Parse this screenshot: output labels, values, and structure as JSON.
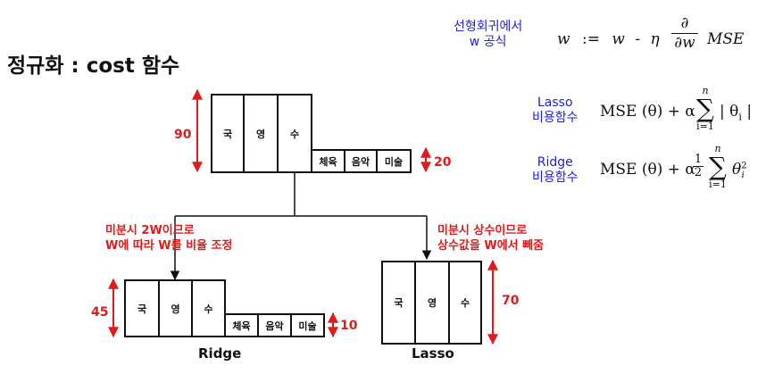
{
  "title": "정규화 : cost 함수",
  "gd": {
    "label_line1": "선형회귀에서",
    "label_line2": "w 공식",
    "formula": {
      "w": "w",
      "assign": ":=",
      "w2": "w",
      "minus": "-",
      "eta": "η",
      "partial": "∂",
      "dw": "∂w",
      "mse": "MSE"
    }
  },
  "lasso_cost": {
    "label_line1": "Lasso",
    "label_line2": "비용함수",
    "mse": "MSE (θ) + α",
    "sum": "∑",
    "n": "n",
    "lower": "i=1",
    "term": "| θ",
    "sub": "i",
    "close": "|"
  },
  "ridge_cost": {
    "label_line1": "Ridge",
    "label_line2": "비용함수",
    "mse": "MSE (θ) + α",
    "frac_num": "1",
    "frac_den": "2",
    "sum": "∑",
    "n": "n",
    "lower": "i=1",
    "term": "θ",
    "sub": "i",
    "sup": "2"
  },
  "top_block": {
    "main_cells": [
      "국",
      "영",
      "수"
    ],
    "minor_cells": [
      "체육",
      "음악",
      "미술"
    ],
    "height_label": "90",
    "minor_height_label": "20"
  },
  "ridge_block": {
    "main_cells": [
      "국",
      "영",
      "수"
    ],
    "minor_cells": [
      "체육",
      "음악",
      "미술"
    ],
    "height_label": "45",
    "minor_height_label": "10",
    "caption": "Ridge"
  },
  "lasso_block": {
    "main_cells": [
      "국",
      "영",
      "수"
    ],
    "height_label": "70",
    "caption": "Lasso"
  },
  "ridge_note": {
    "line1": "미분시 2W이므로",
    "line2": "W에 따라 W를 비율 조정"
  },
  "lasso_note": {
    "line1": "미분시 상수이므로",
    "line2": "상수값을 W에서 빼줌"
  },
  "colors": {
    "red": "#e01b1b",
    "blue": "#1f1fd6",
    "line": "#111111"
  }
}
